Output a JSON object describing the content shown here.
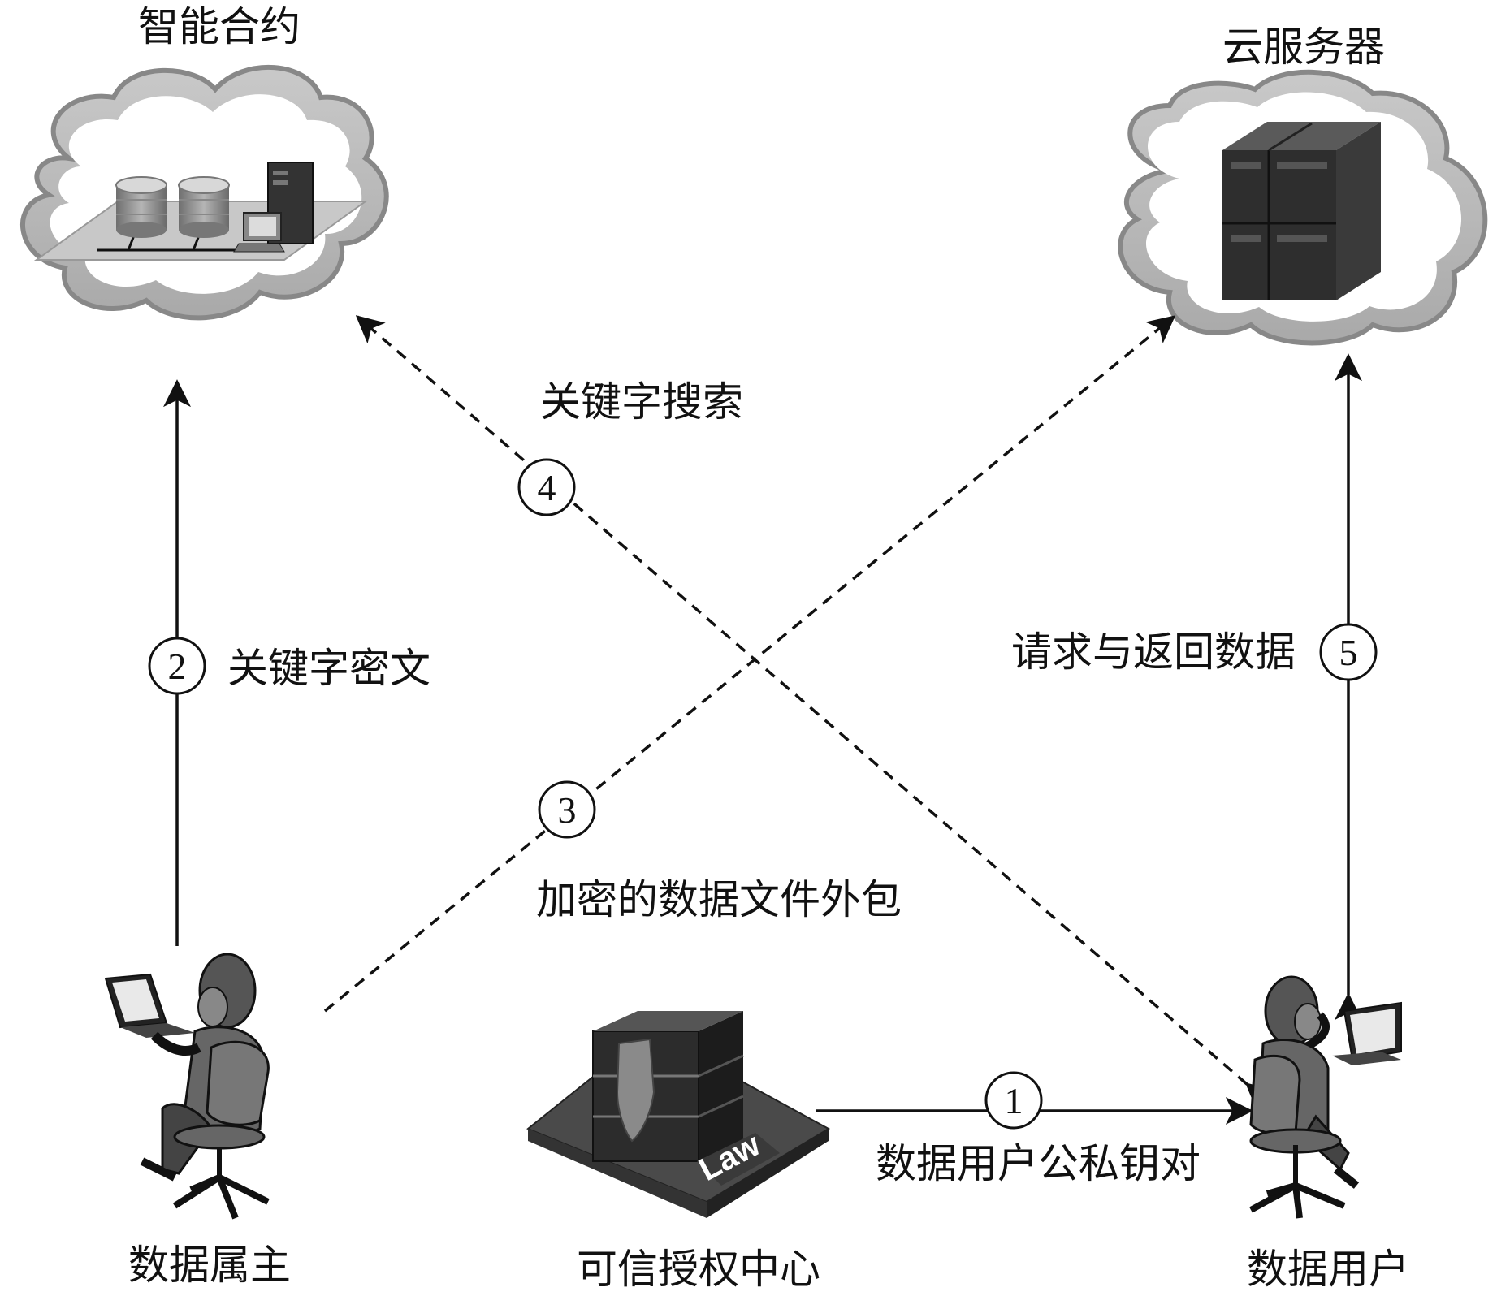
{
  "nodes": {
    "smart_contract": "智能合约",
    "cloud_server": "云服务器",
    "data_owner": "数据属主",
    "trusted_authority": "可信授权中心",
    "data_user": "数据用户"
  },
  "edges": [
    {
      "step": "1",
      "label": "数据用户公私钥对"
    },
    {
      "step": "2",
      "label": "关键字密文"
    },
    {
      "step": "3",
      "label": "加密的数据文件外包"
    },
    {
      "step": "4",
      "label": "关键字搜索"
    },
    {
      "step": "5",
      "label": "请求与返回数据"
    }
  ],
  "icons": {
    "contract_cloud": "cloud-icon",
    "server_cloud": "cloud-icon",
    "database": "database-icon",
    "workstation": "computer-icon",
    "server_rack": "server-rack-icon",
    "authority_building": "law-building-icon",
    "owner_person": "person-laptop-icon",
    "user_person": "person-laptop-icon"
  },
  "authority_sign": "Law"
}
